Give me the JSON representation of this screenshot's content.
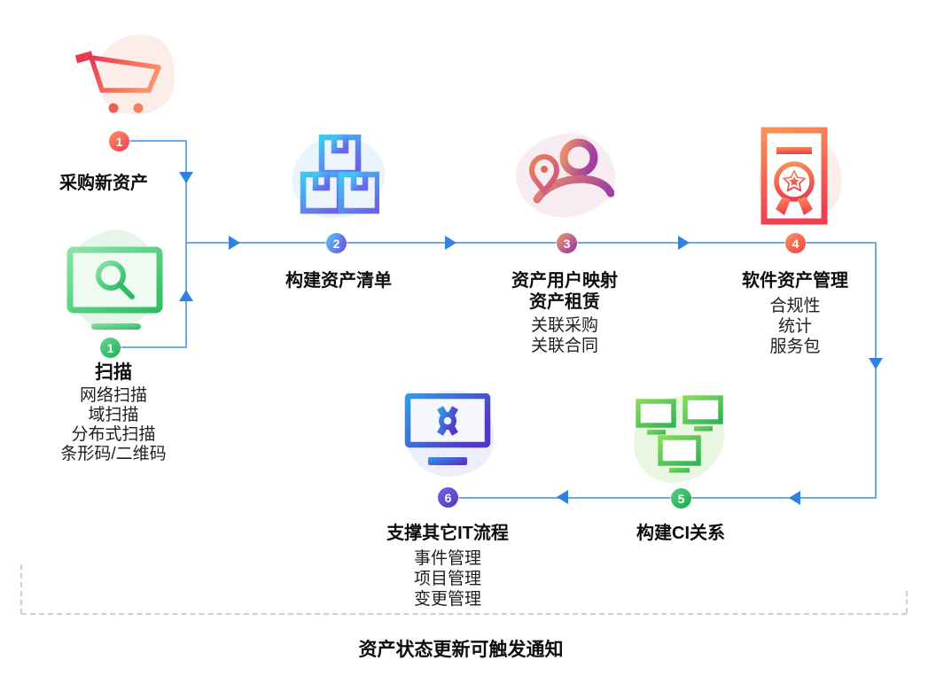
{
  "diagram": {
    "steps": [
      {
        "badge": "1",
        "title": "采购新资产",
        "icon": "shopping-cart-icon"
      },
      {
        "badge": "1",
        "title": "扫描",
        "items": [
          "网络扫描",
          "域扫描",
          "分布式扫描",
          "条形码/二维码"
        ],
        "icon": "monitor-search-icon"
      },
      {
        "badge": "2",
        "title": "构建资产清单",
        "icon": "stacked-boxes-icon"
      },
      {
        "badge": "3",
        "title": "资产用户映射",
        "subtitle": "资产租赁",
        "items": [
          "关联采购",
          "关联合同"
        ],
        "icon": "user-location-icon"
      },
      {
        "badge": "4",
        "title": "软件资产管理",
        "items": [
          "合规性",
          "统计",
          "服务包"
        ],
        "icon": "certificate-icon"
      },
      {
        "badge": "5",
        "title": "构建CI关系",
        "icon": "monitor-network-icon"
      },
      {
        "badge": "6",
        "title": "支撑其它IT流程",
        "items": [
          "事件管理",
          "项目管理",
          "变更管理"
        ],
        "icon": "monitor-gear-icon"
      }
    ],
    "footer_note": "资产状态更新可触发通知",
    "colors": {
      "connector_line": "#6FA9E6",
      "arrow": "#2E82E2",
      "badge_red": "#EE4756",
      "badge_green": "#21B35A",
      "badge_cyan_purple": "#6C5BE8",
      "badge_magenta": "#A8449E",
      "badge_orange_red": "#EF4B4B",
      "badge_indigo": "#4F3FBE",
      "dashed_boundary": "#CFCFCF"
    }
  }
}
